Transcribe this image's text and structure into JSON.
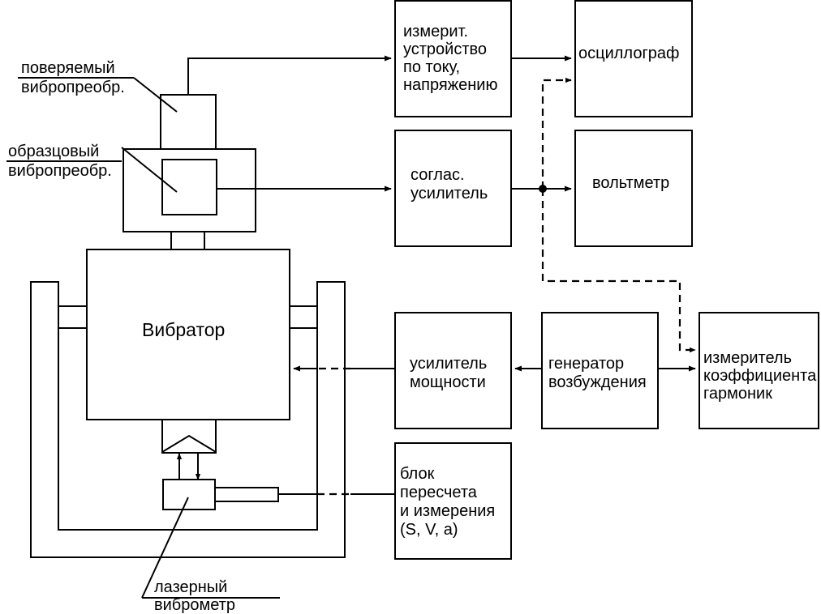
{
  "labels": {
    "tested_sensor": [
      "поверяемый",
      "вибропреобр."
    ],
    "reference_sensor": [
      "образцовый",
      "вибропреобр."
    ],
    "laser_vibrometer": [
      "лазерный",
      "виброметр"
    ],
    "vibrator": "Вибратор"
  },
  "blocks": {
    "measuring_device": [
      "измерит.",
      "устройство",
      "по току,",
      "напряжению"
    ],
    "oscilloscope": [
      "осциллограф"
    ],
    "matching_amplifier": [
      "соглас.",
      "усилитель"
    ],
    "voltmeter": [
      "вольтметр"
    ],
    "power_amplifier": [
      "усилитель",
      "мощности"
    ],
    "excitation_generator": [
      "генератор",
      "возбуждения"
    ],
    "harmonic_meter": [
      "измеритель",
      "коэффициента",
      "гармоник"
    ],
    "recalc_block": [
      "блок",
      "пересчета",
      "и измерения",
      "(S, V, a)"
    ]
  }
}
